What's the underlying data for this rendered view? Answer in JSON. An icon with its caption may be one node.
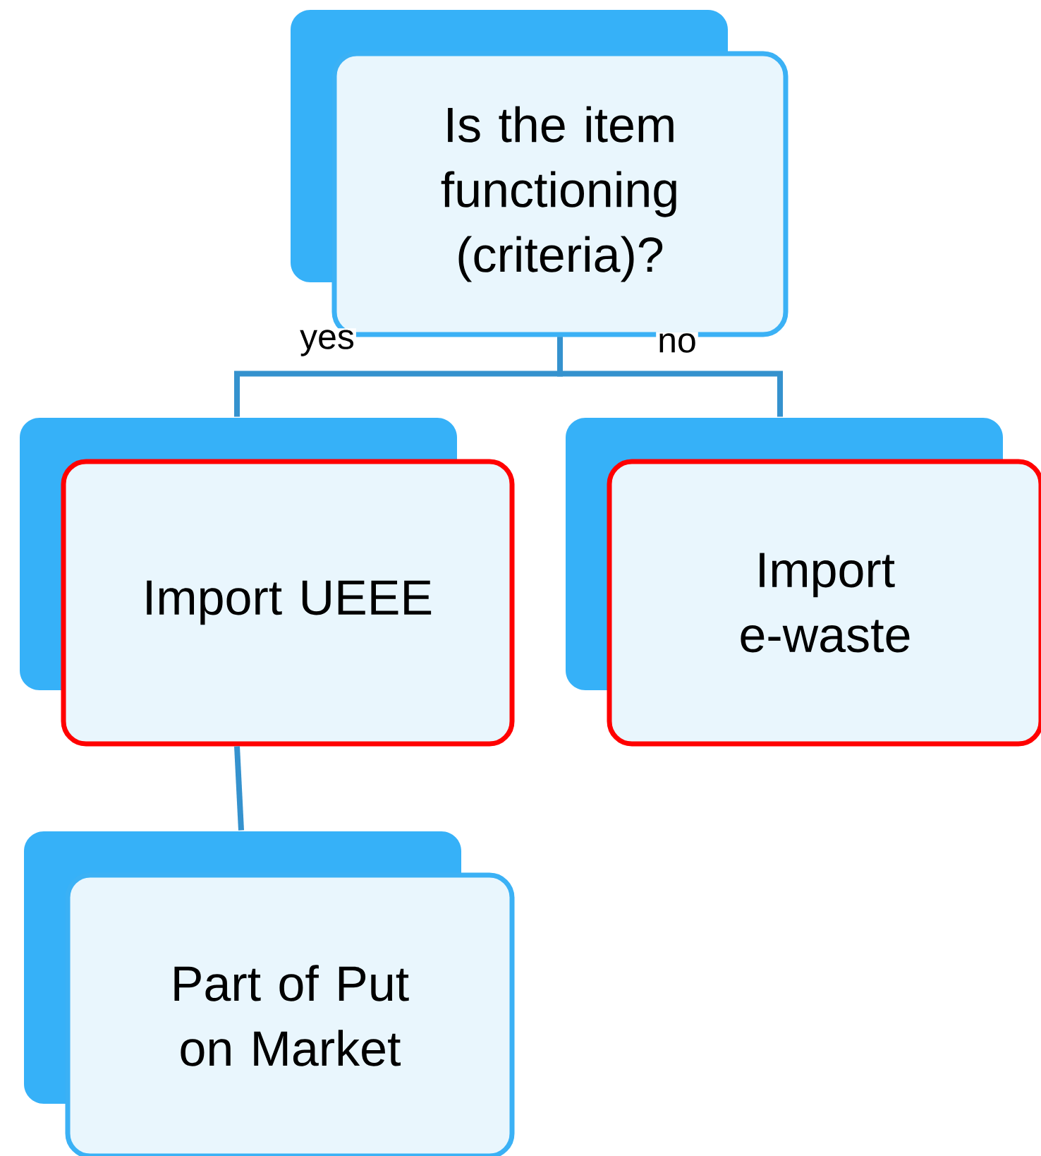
{
  "diagram": {
    "nodes": [
      {
        "text": [
          "Is the item functioning (criteria)?"
        ]
      },
      {
        "text": [
          "Import UEEE"
        ]
      },
      {
        "text": [
          "Import e-waste"
        ]
      },
      {
        "text": [
          "Part of Put on Market"
        ]
      }
    ],
    "edges": [
      {
        "from": 0,
        "to": 1,
        "arrow": "none",
        "label": "yes"
      },
      {
        "from": 0,
        "to": 2,
        "arrow": "none",
        "label": "no"
      },
      {
        "from": 1,
        "to": 3,
        "arrow": "none"
      }
    ]
  }
}
